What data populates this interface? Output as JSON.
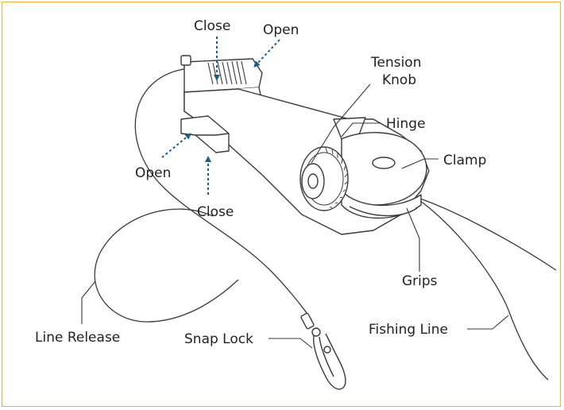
{
  "labels": {
    "close_top": "Close",
    "open_top": "Open",
    "tension_line1": "Tension",
    "tension_line2": "Knob",
    "hinge": "Hinge",
    "clamp": "Clamp",
    "open_left": "Open",
    "close_bottom": "Close",
    "grips": "Grips",
    "line_release": "Line Release",
    "snap_lock": "Snap Lock",
    "fishing_line": "Fishing Line"
  },
  "colors": {
    "border": "#f2b233",
    "arrow": "#1b5f86",
    "stroke": "#3a3a3a"
  }
}
